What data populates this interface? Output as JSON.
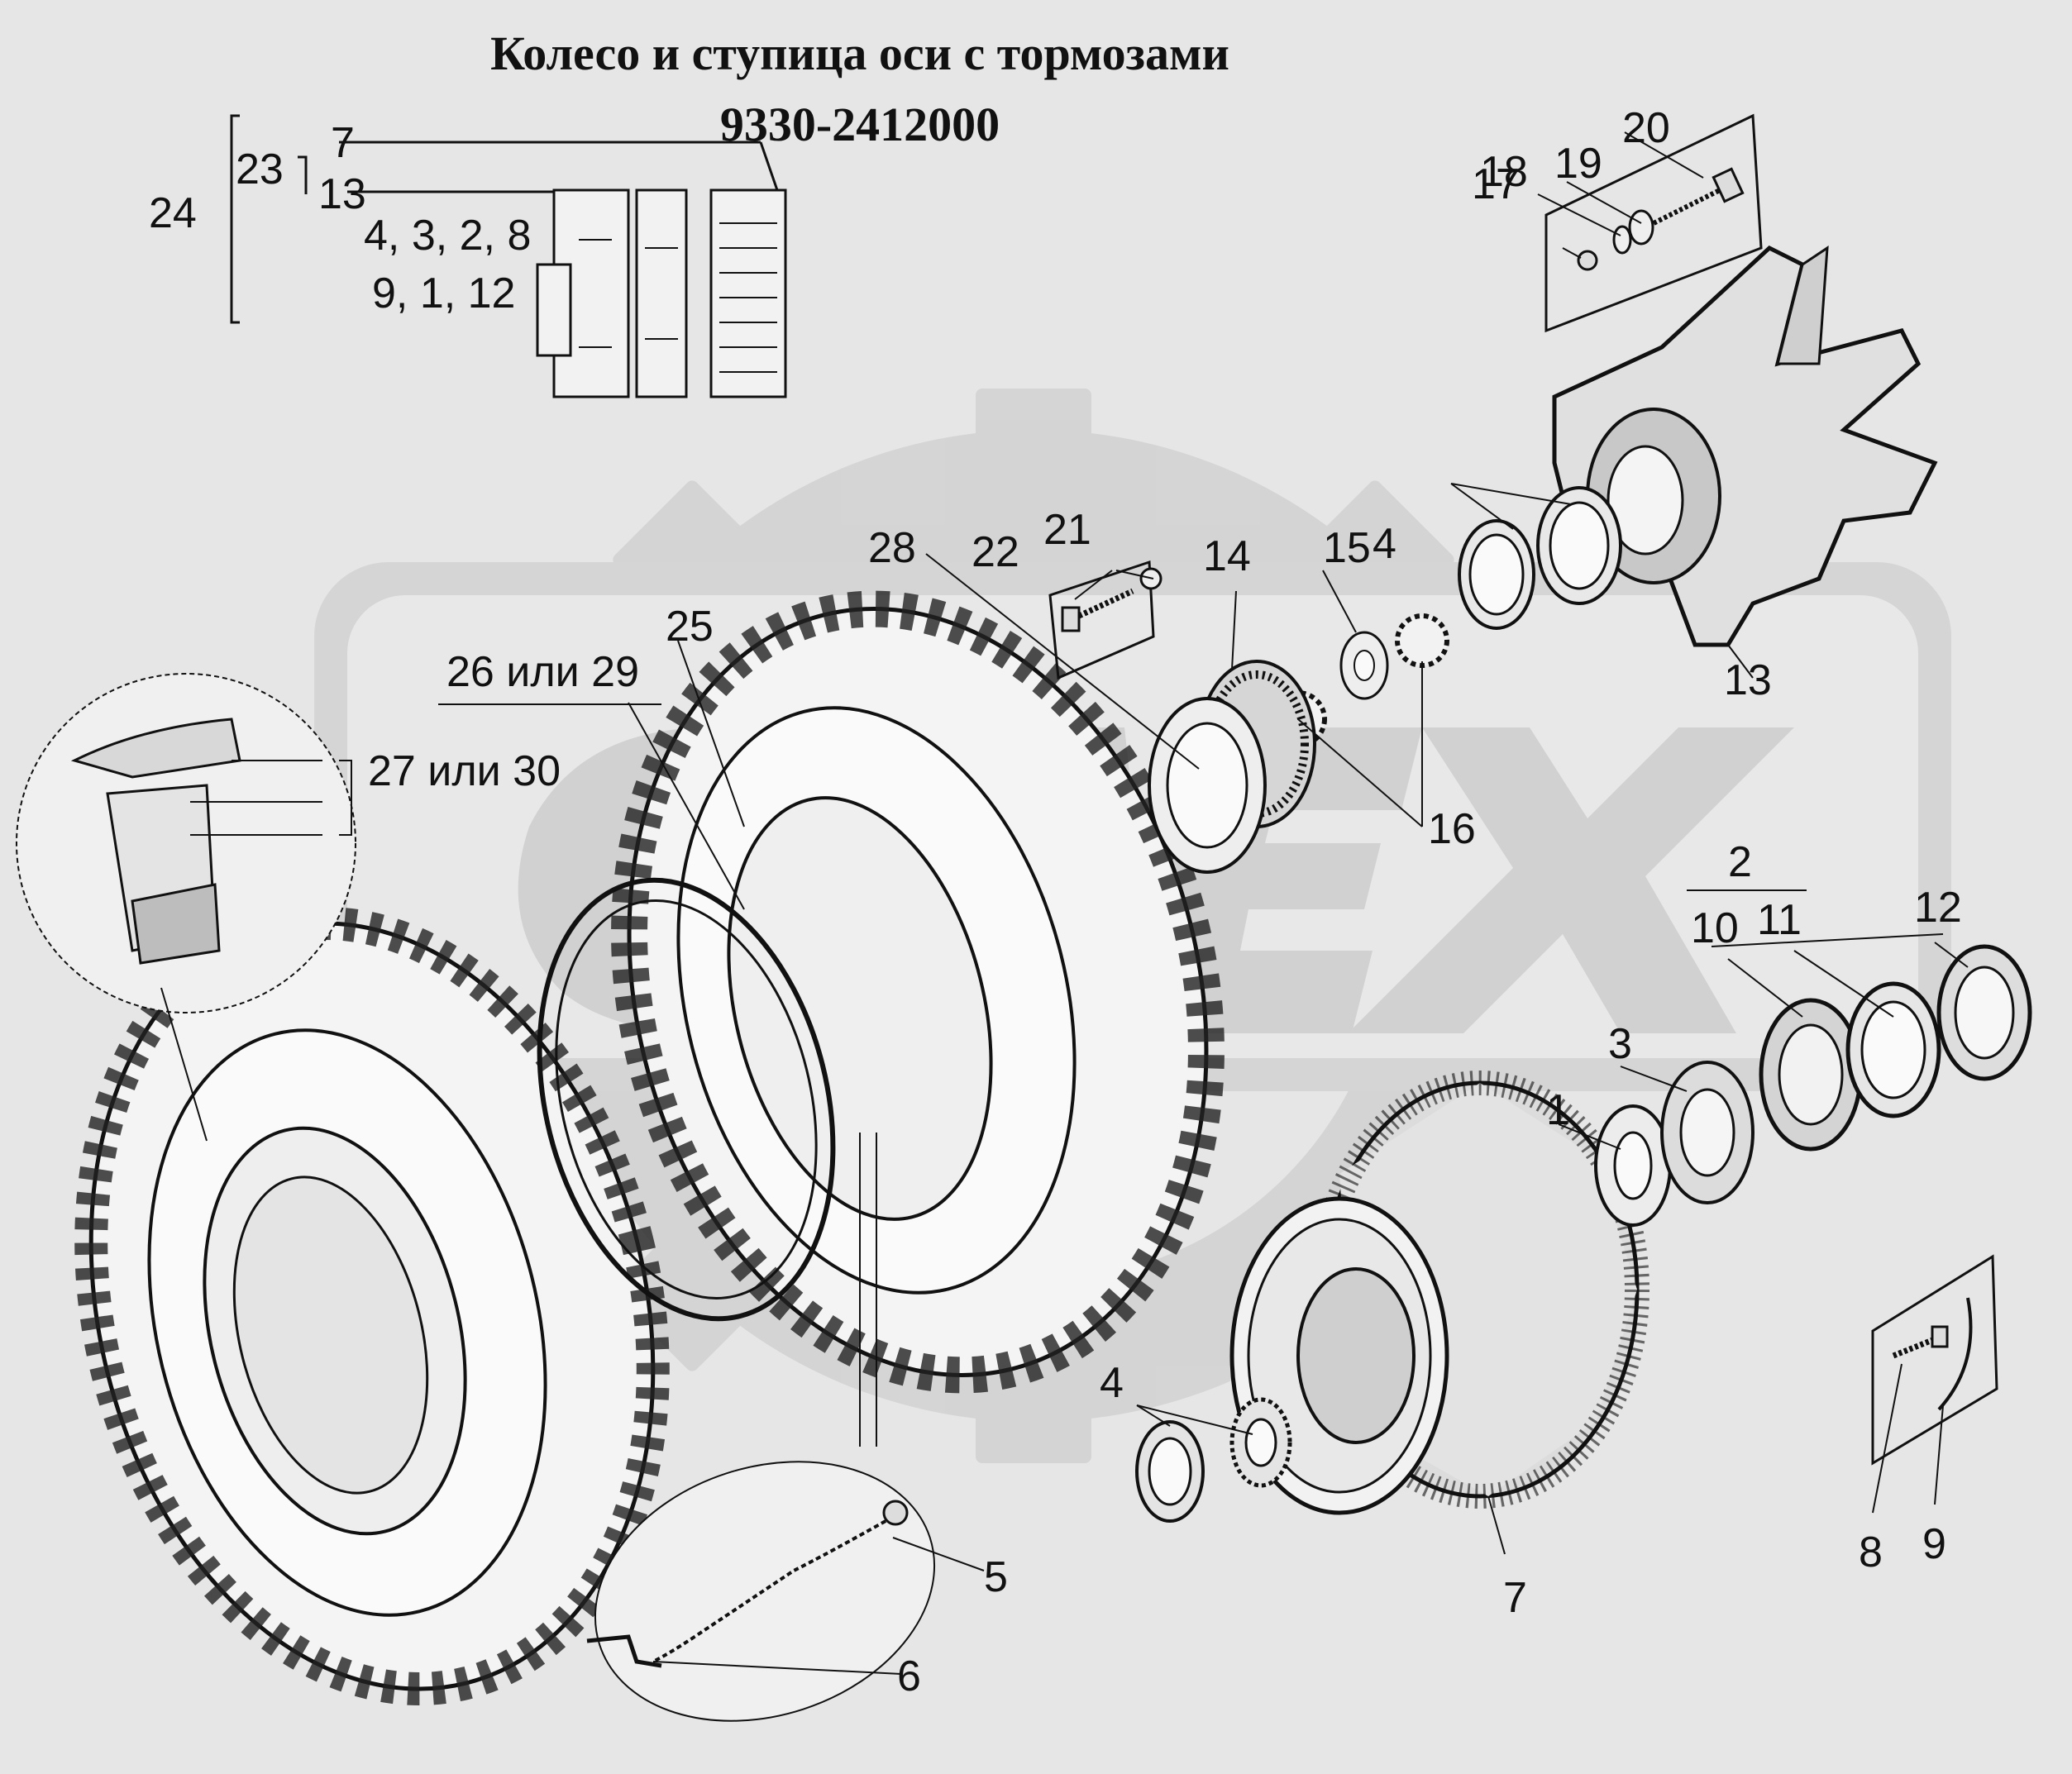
{
  "title": "Колесо и ступица оси с тормозами",
  "subtitle": "9330-2412000",
  "watermark": "CAEX",
  "colors": {
    "background": "#e6e6e6",
    "watermark": "#cfcfcf",
    "ink": "#111111",
    "paper": "#f7f7f7"
  },
  "kit_legend": {
    "kit_outer": "24",
    "kit_inner": "23",
    "kit_parts_a": "7",
    "kit_parts_b": "13",
    "kit_parts_c": "4, 3, 2, 8",
    "kit_parts_d": "9, 1, 12"
  },
  "callouts": {
    "c1": "1",
    "c2": "2",
    "c3": "3",
    "c4a": "4",
    "c4b": "4",
    "c5": "5",
    "c6": "6",
    "c7": "7",
    "c8": "8",
    "c9": "9",
    "c10": "10",
    "c11": "11",
    "c12": "12",
    "c13": "13",
    "c14": "14",
    "c15": "15",
    "c16": "16",
    "c17": "17",
    "c18": "18",
    "c19": "19",
    "c20": "20",
    "c21": "21",
    "c22": "22",
    "c25": "25",
    "c26": "26 или 29",
    "c27": "27 или 30",
    "c28": "28"
  }
}
